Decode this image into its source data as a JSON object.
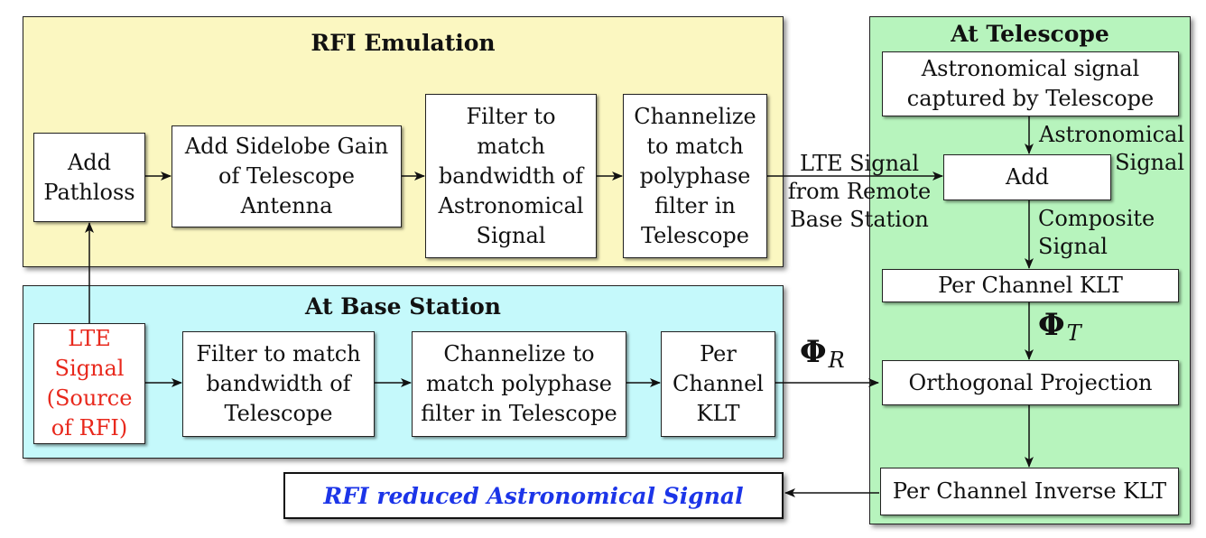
{
  "rfi_emulation": {
    "title": "RFI Emulation",
    "blocks": [
      "Add\nPathloss",
      "Add Sidelobe Gain\nof Telescope\nAntenna",
      "Filter to\nmatch\nbandwidth of\nAstronomical\nSignal",
      "Channelize\nto match\npolyphase\nfilter in\nTelescope"
    ]
  },
  "base_station": {
    "title": "At Base Station",
    "blocks": [
      "LTE\nSignal\n(Source\nof RFI)",
      "Filter to match\nbandwidth of\nTelescope",
      "Channelize to\nmatch polyphase\nfilter in Telescope",
      "Per\nChannel\nKLT"
    ]
  },
  "telescope": {
    "title": "At Telescope",
    "blocks": {
      "captured": "Astronomical signal\ncaptured by Telescope",
      "add": "Add",
      "klt": "Per Channel KLT",
      "projection": "Orthogonal Projection",
      "inverse_klt": "Per Channel Inverse KLT"
    }
  },
  "edge_labels": {
    "lte_remote": "LTE Signal\nfrom Remote\nBase Station",
    "astronomical": "Astronomical\nSignal",
    "composite": "Composite\nSignal",
    "phi_r": "Φ",
    "phi_r_sub": "R",
    "phi_t": "Φ",
    "phi_t_sub": "T"
  },
  "output": "RFI reduced Astronomical Signal",
  "colors": {
    "rfi_panel": "#fbf7c1",
    "base_panel": "#c5f9fb",
    "telescope_panel": "#b7f4bd",
    "lte_source_text": "#e8281c",
    "output_text": "#1c35e8"
  }
}
